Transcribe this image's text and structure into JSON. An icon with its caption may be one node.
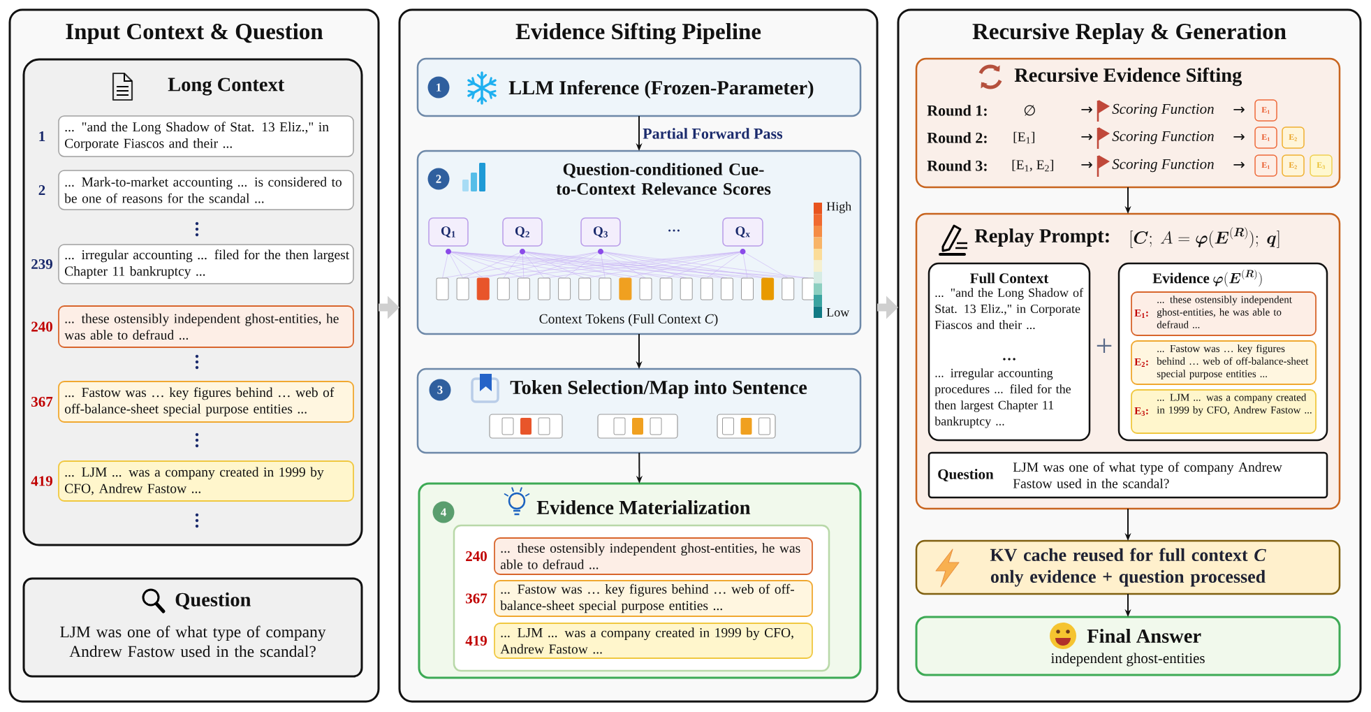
{
  "diagram": {
    "nodes": [
      {
        "text": [
          "Input Context & Question"
        ]
      },
      {
        "text": [
          "Long Context"
        ],
        "in": 0
      },
      {
        "text": [
          "... \"and the Long Shadow of Stat. 13 Eliz.,\" in Corporate Fiascos and their ..."
        ],
        "in": 1,
        "beside": [
          "1"
        ]
      },
      {
        "text": [
          "... Mark-to-market accounting ... is considered to be one of reasons for the scandal ..."
        ],
        "in": 1,
        "beside": [
          "2"
        ]
      },
      {
        "text": [
          "... irregular accounting ... filed for the then largest Chapter 11 bankruptcy ..."
        ],
        "in": 1,
        "beside": [
          "239"
        ]
      },
      {
        "text": [
          "... these ostensibly independent ghost-entities, he was able to defraud ..."
        ],
        "in": 1,
        "beside": [
          "240"
        ]
      },
      {
        "text": [
          "... Fastow was … key figures behind … web of off-balance-sheet special purpose entities ..."
        ],
        "in": 1,
        "beside": [
          "367"
        ]
      },
      {
        "text": [
          "... LJM ... was a company created in 1999 by CFO, Andrew Fastow ..."
        ],
        "in": 1,
        "beside": [
          "419"
        ]
      },
      {
        "text": [
          "Question",
          "LJM was one of what type of company Andrew Fastow used in the scandal?"
        ],
        "in": 0
      },
      {
        "text": [
          "Evidence Sifting Pipeline"
        ]
      },
      {
        "text": [
          "1",
          "LLM Inference (Frozen-Parameter)"
        ],
        "in": 9
      },
      {
        "text": [
          "2",
          "Question-conditioned Cue-to-Context Relevance Scores",
          "…",
          "High",
          "Low",
          "Context Tokens (Full Context *C*)"
        ],
        "in": 9
      },
      {
        "text": [
          "Q$_{1}$"
        ],
        "in": 11
      },
      {
        "text": [
          "Q$_{2}$"
        ],
        "in": 11
      },
      {
        "text": [
          "Q$_{3}$"
        ],
        "in": 11
      },
      {
        "text": [
          "Q$_{x}$"
        ],
        "in": 11
      },
      {
        "text": [
          "3",
          "Token Selection/Map into Sentence"
        ],
        "in": 9
      },
      {
        "text": [
          "4",
          "Evidence Materialization"
        ],
        "in": 9
      },
      {
        "text": [],
        "shape": "box",
        "in": 17
      },
      {
        "text": [
          "... these ostensibly independent ghost-entities, he was able to defraud ..."
        ],
        "in": 18,
        "beside": [
          "240"
        ]
      },
      {
        "text": [
          "... Fastow was … key figures behind … web of off-balance-sheet special purpose entities ..."
        ],
        "in": 18,
        "beside": [
          "367"
        ]
      },
      {
        "text": [
          "... LJM ... was a company created in 1999 by CFO, Andrew Fastow ..."
        ],
        "in": 18,
        "beside": [
          "419"
        ]
      },
      {
        "text": [
          "Recursive Replay & Generation"
        ]
      },
      {
        "text": [
          "Recursive Evidence Sifting",
          "Round 1:",
          "∅",
          "→",
          "Scoring Function",
          "→",
          "Round 2:",
          "[E$_{1}$]",
          "→",
          "Scoring Function",
          "→",
          "Round 3:",
          "[E$_{1}$, E$_{2}$]",
          "→",
          "Scoring Function",
          "→"
        ],
        "in": 22
      },
      {
        "text": [
          "E$_{1}$"
        ],
        "in": 23
      },
      {
        "text": [
          "E$_{1}$"
        ],
        "in": 23
      },
      {
        "text": [
          "E$_{2}$"
        ],
        "in": 23
      },
      {
        "text": [
          "E$_{1}$"
        ],
        "in": 23
      },
      {
        "text": [
          "E$_{2}$"
        ],
        "in": 23
      },
      {
        "text": [
          "E$_{3}$"
        ],
        "in": 23
      },
      {
        "text": [
          "Replay Prompt:",
          "[\\boldsymbol{C};\\ A = \\boldsymbol{\\varphi}(\\boldsymbol{E}^{(\\boldsymbol{R})});\\ \\boldsymbol{q}]",
          "+"
        ],
        "in": 22
      },
      {
        "text": [
          "Full Context",
          "... \"and the Long Shadow of Stat. 13 Eliz.,\" in Corporate Fiascos and their ...",
          "…",
          "... irregular accounting procedures ... filed for the then largest Chapter 11 bankruptcy ..."
        ],
        "in": 30
      },
      {
        "text": [
          "Evidence",
          "\\boldsymbol{\\varphi}(\\boldsymbol{E}^{(\\boldsymbol{R})})"
        ],
        "in": 30
      },
      {
        "text": [
          "E$_{1}$:",
          "... these ostensibly independent ghost-entities, he was able to defraud ..."
        ],
        "in": 32
      },
      {
        "text": [
          "E$_{2}$:",
          "... Fastow was … key figures behind … web of off-balance-sheet special purpose entities ..."
        ],
        "in": 32
      },
      {
        "text": [
          "E$_{3}$:",
          "... LJM ... was a company created in 1999 by CFO, Andrew Fastow ..."
        ],
        "in": 32
      },
      {
        "text": [
          "Question",
          "LJM was one of what type of company Andrew Fastow used in the scandal?"
        ],
        "in": 30
      },
      {
        "text": [
          "KV cache reused for full context *C* only evidence + question processed"
        ],
        "in": 22
      },
      {
        "text": [
          "Final Answer",
          "independent ghost-entities"
        ],
        "in": 22
      }
    ],
    "edges": [
      {
        "from": 0,
        "to": 9,
        "arrow": "to",
        "style": "thick",
        "color": "#cfcfcf"
      },
      {
        "from": 9,
        "to": 22,
        "arrow": "to",
        "style": "thick",
        "color": "#cfcfcf"
      },
      {
        "from": 10,
        "to": 11,
        "arrow": "to",
        "label": "Partial Forward Pass"
      },
      {
        "from": 11,
        "to": 16,
        "arrow": "to"
      },
      {
        "from": 16,
        "to": 17,
        "arrow": "to"
      },
      {
        "from": 23,
        "to": 30,
        "arrow": "to"
      },
      {
        "from": 30,
        "to": 37,
        "arrow": "to"
      },
      {
        "from": 37,
        "to": 38,
        "arrow": "to"
      }
    ]
  }
}
